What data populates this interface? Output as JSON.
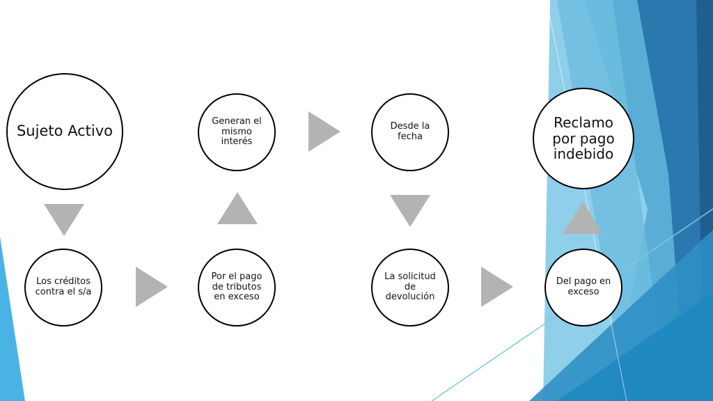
{
  "diagram": {
    "nodes": {
      "sujeto_activo": "Sujeto Activo",
      "generan_interes": "Generan el mismo interés",
      "desde_fecha": "Desde la fecha",
      "reclamo": "Reclamo por pago indebido",
      "creditos": "Los créditos contra el s/a",
      "por_pago": "Por el pago de tributos en exceso",
      "solicitud": "La solicitud de devolución",
      "del_pago": "Del pago en exceso"
    },
    "colors": {
      "arrow": "#b3b3b3",
      "node_border": "#000000",
      "accent_dark": "#1f6fa3",
      "accent_mid": "#3a9fd0",
      "accent_light": "#8fd0ee"
    }
  }
}
